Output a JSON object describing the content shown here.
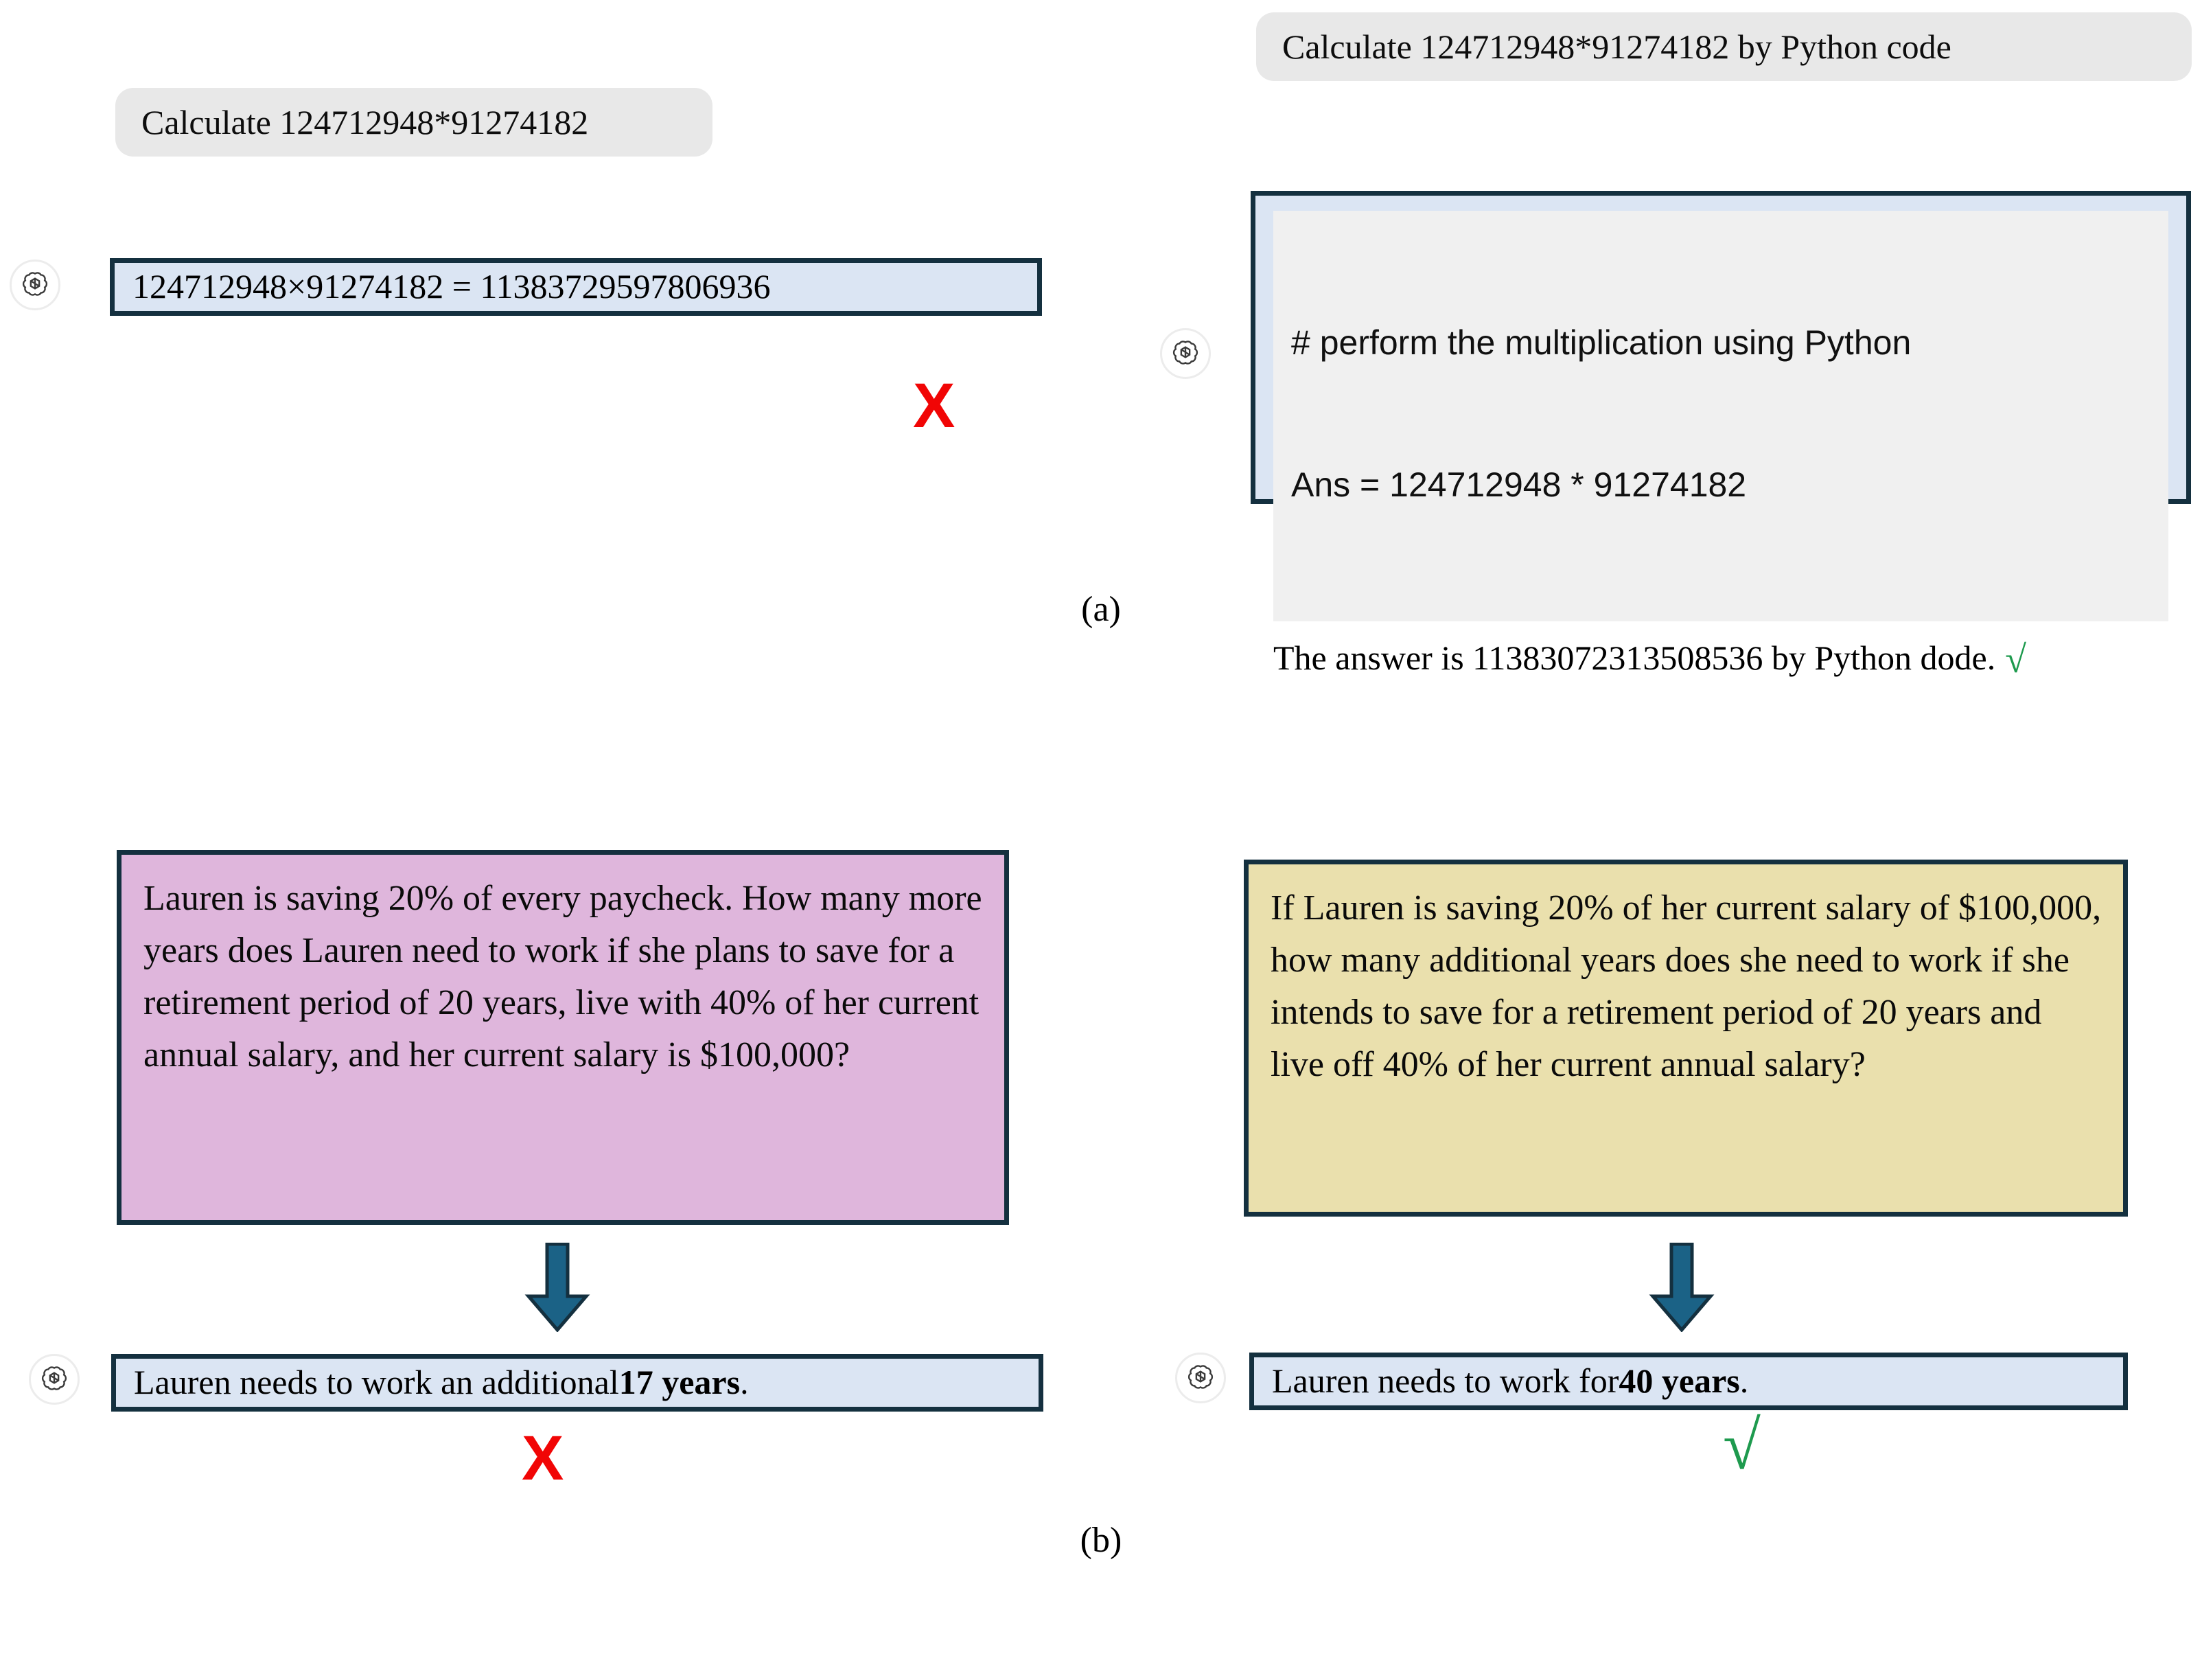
{
  "figure": {
    "panel_a": {
      "caption": "(a)",
      "left": {
        "user_prompt": "Calculate 124712948*91274182",
        "assistant_answer": "124712948×91274182 = 11383729597806936",
        "verdict_mark": "X",
        "verdict_color": "#f10505",
        "avatar_icon": "openai-logo-icon"
      },
      "right": {
        "user_prompt": "Calculate 124712948*91274182 by Python code",
        "code_lines": [
          "# perform the multiplication using Python",
          "Ans = 124712948 * 91274182"
        ],
        "assistant_answer": "The answer is 11383072313508536 by Python dode.",
        "verdict_mark": "√",
        "verdict_color": "#1e9a4e",
        "avatar_icon": "openai-logo-icon"
      }
    },
    "panel_b": {
      "caption": "(b)",
      "left": {
        "question": "Lauren is saving 20% of every paycheck. How many more years does Lauren need to work if she plans to save for a retirement period of 20 years, live with 40% of her current annual salary, and her current salary is $100,000?",
        "question_bg": "#dfb6dc",
        "arrow_icon": "down-arrow-icon",
        "answer_prefix": "Lauren needs to work an additional ",
        "answer_bold": "17 years",
        "answer_suffix": ".",
        "verdict_mark": "X",
        "verdict_color": "#f10505",
        "avatar_icon": "openai-logo-icon"
      },
      "right": {
        "question": "If Lauren is saving 20% of her current salary of $100,000, how many additional years does she need to work if she intends to save for a retirement period of 20 years and live off 40% of her current annual salary?",
        "question_bg": "#eae0ad",
        "arrow_icon": "down-arrow-icon",
        "answer_prefix": "Lauren needs to work for ",
        "answer_bold": "40 years",
        "answer_suffix": ".",
        "verdict_mark": "√",
        "verdict_color": "#1e9a4e",
        "avatar_icon": "openai-logo-icon"
      }
    }
  },
  "colors": {
    "prompt_bubble_bg": "#e8e8e8",
    "answer_box_bg": "#dbe5f3",
    "box_border": "#14303f",
    "code_bg": "#f0f0f0",
    "arrow_fill": "#1b6286",
    "arrow_stroke": "#14303f"
  }
}
